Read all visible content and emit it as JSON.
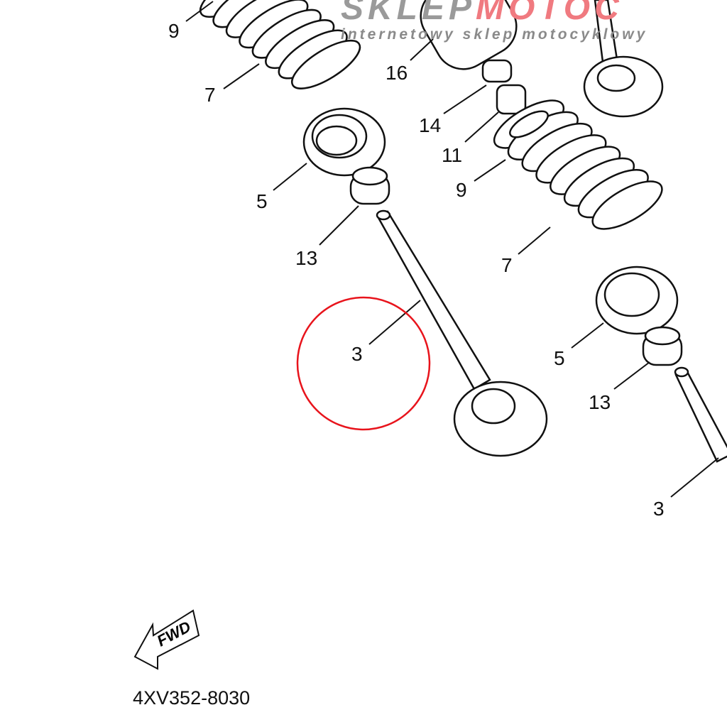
{
  "watermark": {
    "logo_left": "SKLEP",
    "logo_right": "MOTOC",
    "tagline": "internetowy sklep motocyklowy"
  },
  "labels": {
    "l9a": "9",
    "l7a": "7",
    "l5a": "5",
    "l13a": "13",
    "l3a": "3",
    "l16": "16",
    "l14": "14",
    "l11": "11",
    "l9b": "9",
    "l7b": "7",
    "l5b": "5",
    "l13b": "13",
    "l3b": "3"
  },
  "fwd_label": "FWD",
  "diagram_code": "4XV352-8030",
  "highlight_color": "#e8141c"
}
